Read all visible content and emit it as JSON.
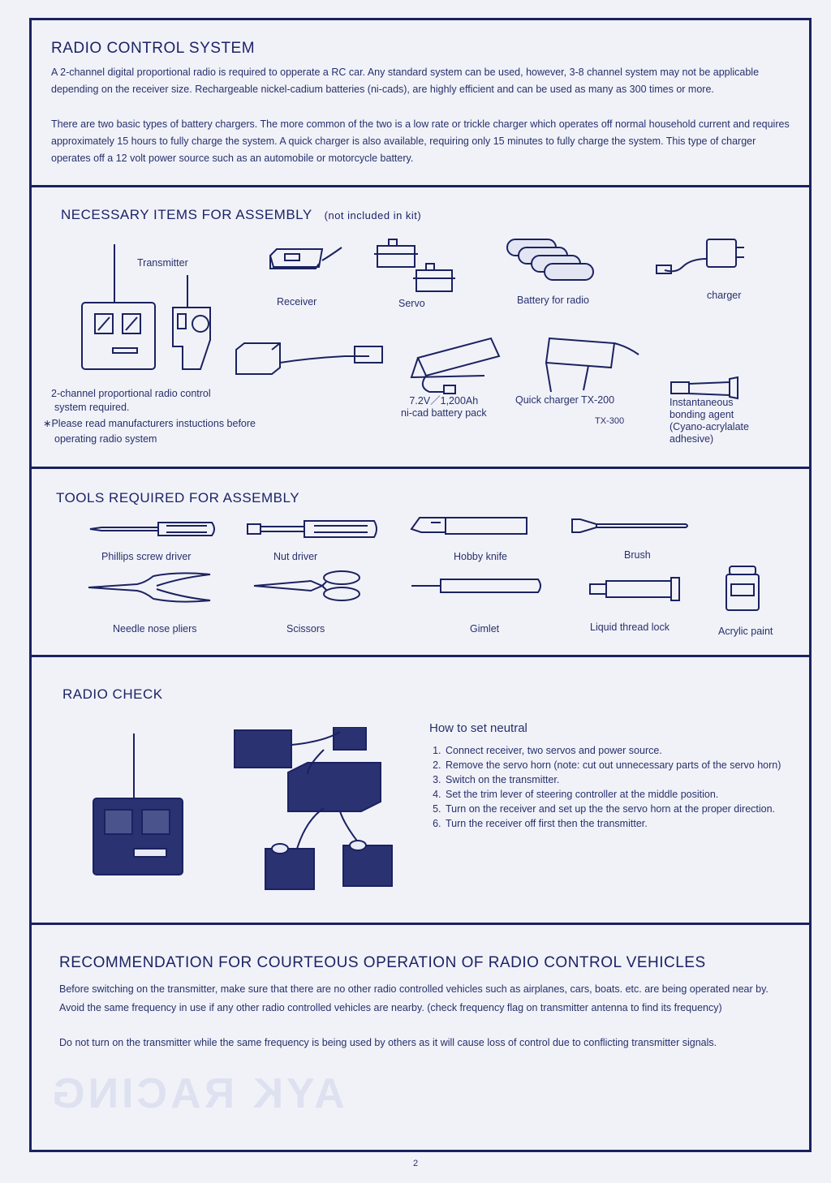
{
  "radio_control": {
    "title": "RADIO CONTROL SYSTEM",
    "para1": "A 2-channel digital proportional radio is required to opperate a RC car. Any standard system can be used, however, 3-8 channel system may not be applicable depending on the receiver size. Rechargeable nickel-cadium batteries (ni-cads), are highly efficient and can be used as many as 300 times or more.",
    "para2": "There are two basic types of battery chargers. The more common of the two is a low rate or trickle charger which operates off normal household current and requires approximately 15 hours to fully charge the system. A quick charger is also available, requiring only 15 minutes to fully charge the system. This type of charger operates off a 12 volt power source such as an automobile or motorcycle battery."
  },
  "necessary_items": {
    "title": "NECESSARY ITEMS FOR ASSEMBLY",
    "note": "(not included in kit)",
    "transmitter": "Transmitter",
    "receiver": "Receiver",
    "servo": "Servo",
    "battery_radio": "Battery for radio",
    "charger": "charger",
    "radio_required_1": "2-channel proportional radio control",
    "radio_required_2": "system required.",
    "please_read_1": "∗Please read manufacturers instuctions before",
    "please_read_2": "operating radio system",
    "battery_pack_1": "7.2V／1,200Ah",
    "battery_pack_2": "ni-cad battery pack",
    "quick_charger": "Quick charger TX-200",
    "tx300": "TX-300",
    "bonding_1": "Instantaneous",
    "bonding_2": "bonding agent",
    "bonding_3": "(Cyano-acrylalate",
    "bonding_4": "adhesive)"
  },
  "tools": {
    "title": "TOOLS REQUIRED FOR ASSEMBLY",
    "phillips": "Phillips screw driver",
    "nut_driver": "Nut driver",
    "hobby_knife": "Hobby knife",
    "brush": "Brush",
    "pliers": "Needle nose pliers",
    "scissors": "Scissors",
    "gimlet": "Gimlet",
    "thread_lock": "Liquid thread lock",
    "acrylic_paint": "Acrylic paint"
  },
  "radio_check": {
    "title": "RADIO CHECK",
    "subtitle": "How to set neutral",
    "steps": [
      "Connect receiver, two servos and power source.",
      "Remove the servo horn (note: cut out unnecessary parts of the servo horn)",
      "Switch on the transmitter.",
      "Set the trim lever of steering controller at the middle position.",
      "Turn on the receiver and set up the the servo horn at the proper direction.",
      "Turn the receiver off first then the transmitter."
    ]
  },
  "recommendation": {
    "title": "RECOMMENDATION FOR COURTEOUS OPERATION OF RADIO CONTROL VEHICLES",
    "para1": "Before switching on the transmitter, make sure that there are no other radio controlled vehicles such as airplanes, cars, boats. etc. are being operated near by. Avoid the same frequency in use if any other radio controlled vehicles are nearby. (check frequency flag on transmitter antenna to find its frequency)",
    "para2": "Do not turn on the transmitter while the same frequency is being used by others as it will cause loss of control due to conflicting transmitter signals."
  },
  "footer": {
    "page_number": "2",
    "watermark": "AYK RACING"
  },
  "colors": {
    "ink": "#1b2260",
    "paper": "#f1f2f8"
  }
}
